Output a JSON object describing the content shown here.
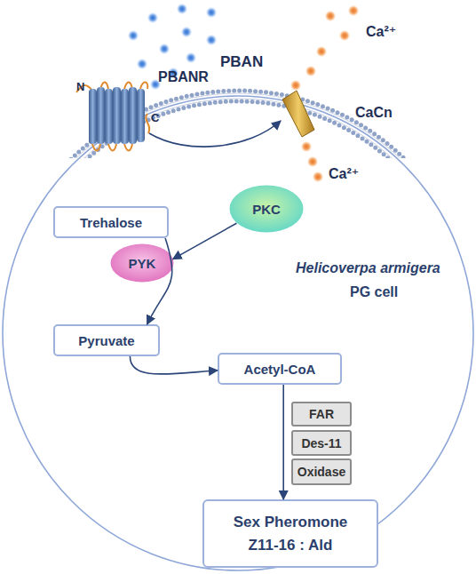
{
  "diagram": {
    "nodes": [
      {
        "text": [
          "Helicoverpa armigera",
          "PG cell"
        ]
      },
      {
        "text": [
          "PKC"
        ],
        "in": 0
      },
      {
        "text": [
          "Trehalose"
        ],
        "in": 0
      },
      {
        "text": [
          "PYK"
        ],
        "in": 0
      },
      {
        "text": [
          "Pyruvate"
        ],
        "in": 0
      },
      {
        "text": [
          "Acetyl-CoA"
        ],
        "in": 0
      },
      {
        "text": [
          "FAR"
        ],
        "in": 0
      },
      {
        "text": [
          "Des-11"
        ],
        "in": 0
      },
      {
        "text": [
          "Oxidase"
        ],
        "in": 0
      },
      {
        "text": [
          "Sex Pheromone",
          "Z11-16 : Ald"
        ],
        "in": 0
      }
    ],
    "edges": [
      {
        "from": 1,
        "to": 3,
        "arrow": "to"
      },
      {
        "from": 2,
        "to": 4,
        "arrow": "to"
      },
      {
        "from": 4,
        "to": 5,
        "arrow": "to"
      },
      {
        "from": 5,
        "to": 9,
        "arrow": "to"
      }
    ],
    "labels": [
      "PBAN",
      "Ca²⁺",
      "PBANR",
      "N",
      "C",
      "CaCn",
      "Ca²⁺"
    ]
  }
}
